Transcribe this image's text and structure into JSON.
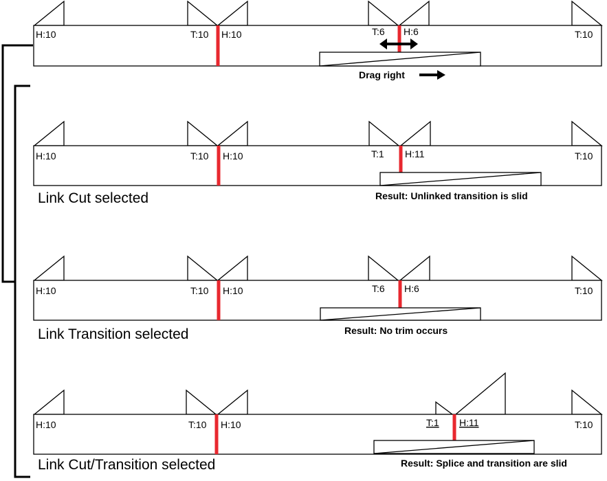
{
  "colors": {
    "cut_line": "#e8282f",
    "stroke": "#000000",
    "background": "#ffffff"
  },
  "top_row": {
    "labels": [
      "H:10",
      "T:10",
      "H:10",
      "T:6",
      "H:6",
      "T:10"
    ],
    "drag_label": "Drag right"
  },
  "rows": [
    {
      "labels": [
        "H:10",
        "T:10",
        "H:10",
        "T:1",
        "H:11",
        "T:10"
      ],
      "caption": "Link Cut selected",
      "result": "Result: Unlinked transition is slid"
    },
    {
      "labels": [
        "H:10",
        "T:10",
        "H:10",
        "T:6",
        "H:6",
        "T:10"
      ],
      "caption": "Link Transition selected",
      "result": "Result: No trim occurs"
    },
    {
      "labels": [
        "H:10",
        "T:10",
        "H:10",
        "T:1",
        "H:11",
        "T:10"
      ],
      "caption": "Link Cut/Transition selected",
      "result": "Result: Splice and transition are slid"
    }
  ],
  "icons": {
    "drag_arrow": "right-arrow-icon",
    "double_arrow": "left-right-arrow-icon"
  }
}
